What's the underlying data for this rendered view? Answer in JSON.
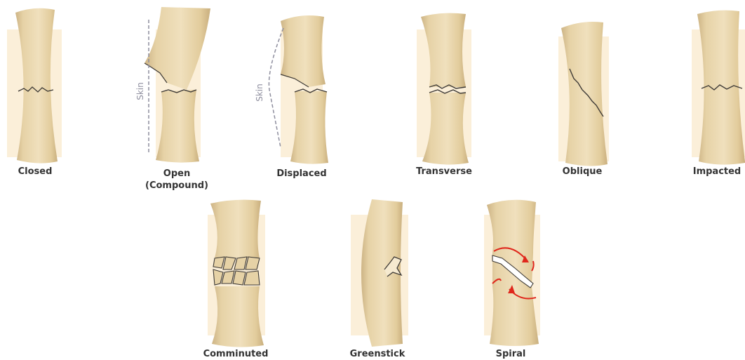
{
  "colors": {
    "bone": "#E6D2A6",
    "bone_shade": "#CDB485",
    "bone_light": "#F2E4C4",
    "marrow_glow": "#FBEFD9",
    "crack": "#3E3A36",
    "skin": "#8E8E9E",
    "arrow": "#E0271C",
    "label": "#333333"
  },
  "skin_label": "Skin",
  "fractures": [
    {
      "id": "closed",
      "label": "Closed"
    },
    {
      "id": "open",
      "label": "Open",
      "label_line2": "(Compound)"
    },
    {
      "id": "displaced",
      "label": "Displaced"
    },
    {
      "id": "transverse",
      "label": "Transverse"
    },
    {
      "id": "oblique",
      "label": "Oblique"
    },
    {
      "id": "impacted",
      "label": "Impacted"
    },
    {
      "id": "comminuted",
      "label": "Comminuted"
    },
    {
      "id": "greenstick",
      "label": "Greenstick"
    },
    {
      "id": "spiral",
      "label": "Spiral"
    }
  ]
}
